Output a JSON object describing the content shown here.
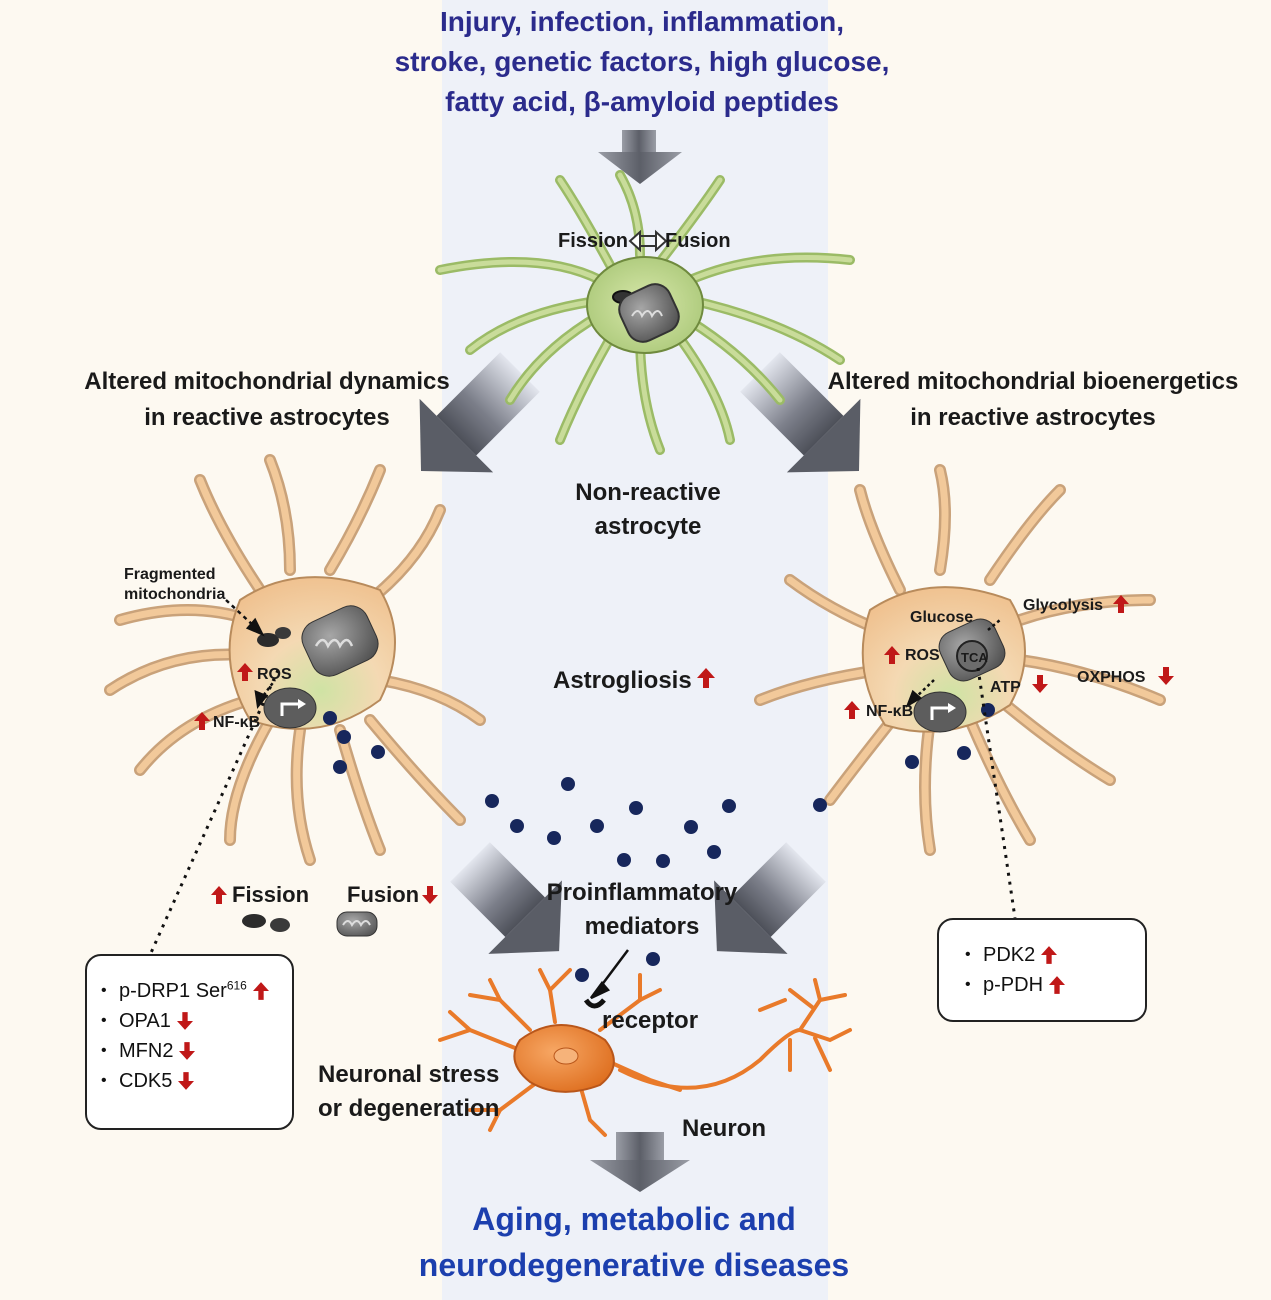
{
  "top_text": {
    "line1": "Injury, infection, inflammation,",
    "line2": "stroke, genetic factors, high glucose,",
    "line3": "fatty acid, β-amyloid peptides"
  },
  "center_cell": {
    "fission": "Fission",
    "fusion": "Fusion",
    "label_line1": "Non-reactive",
    "label_line2": "astrocyte"
  },
  "left_panel": {
    "title_line1": "Altered mitochondrial dynamics",
    "title_line2": "in reactive astrocytes",
    "fragmented_line1": "Fragmented",
    "fragmented_line2": "mitochondria",
    "ros": "ROS",
    "nfkb": "NF-κB",
    "fission": "Fission",
    "fusion": "Fusion",
    "box_items": [
      {
        "text": "p-DRP1 Ser",
        "sup": "616",
        "trend": "up"
      },
      {
        "text": "OPA1",
        "sup": "",
        "trend": "down"
      },
      {
        "text": "MFN2",
        "sup": "",
        "trend": "down"
      },
      {
        "text": "CDK5",
        "sup": "",
        "trend": "down"
      }
    ]
  },
  "right_panel": {
    "title_line1": "Altered mitochondrial bioenergetics",
    "title_line2": "in reactive astrocytes",
    "glucose": "Glucose",
    "glycolysis": "Glycolysis",
    "ros": "ROS",
    "tca": "TCA",
    "atp": "ATP",
    "oxphos": "OXPHOS",
    "nfkb": "NF-κB",
    "box_items": [
      {
        "text": "PDK2",
        "trend": "up"
      },
      {
        "text": "p-PDH",
        "trend": "up"
      }
    ]
  },
  "middle": {
    "astrogliosis": "Astrogliosis",
    "proinflammatory_line1": "Proinflammatory",
    "proinflammatory_line2": "mediators",
    "receptor": "receptor",
    "neuronal_stress_line1": "Neuronal stress",
    "neuronal_stress_line2": "or degeneration",
    "neuron": "Neuron"
  },
  "bottom_text": {
    "line1": "Aging, metabolic and",
    "line2": "neurodegenerative diseases"
  },
  "colors": {
    "background": "#fdf9f1",
    "center_band": "#eef1f8",
    "top_text": "#2b2b8c",
    "bottom_text": "#1c3fae",
    "arrow_red": "#c01818",
    "astrocyte_green": "#c9dc9a",
    "reactive_orange": "#f2c99a",
    "neuron_orange": "#e97a2a",
    "mediator_dot": "#17275c"
  }
}
